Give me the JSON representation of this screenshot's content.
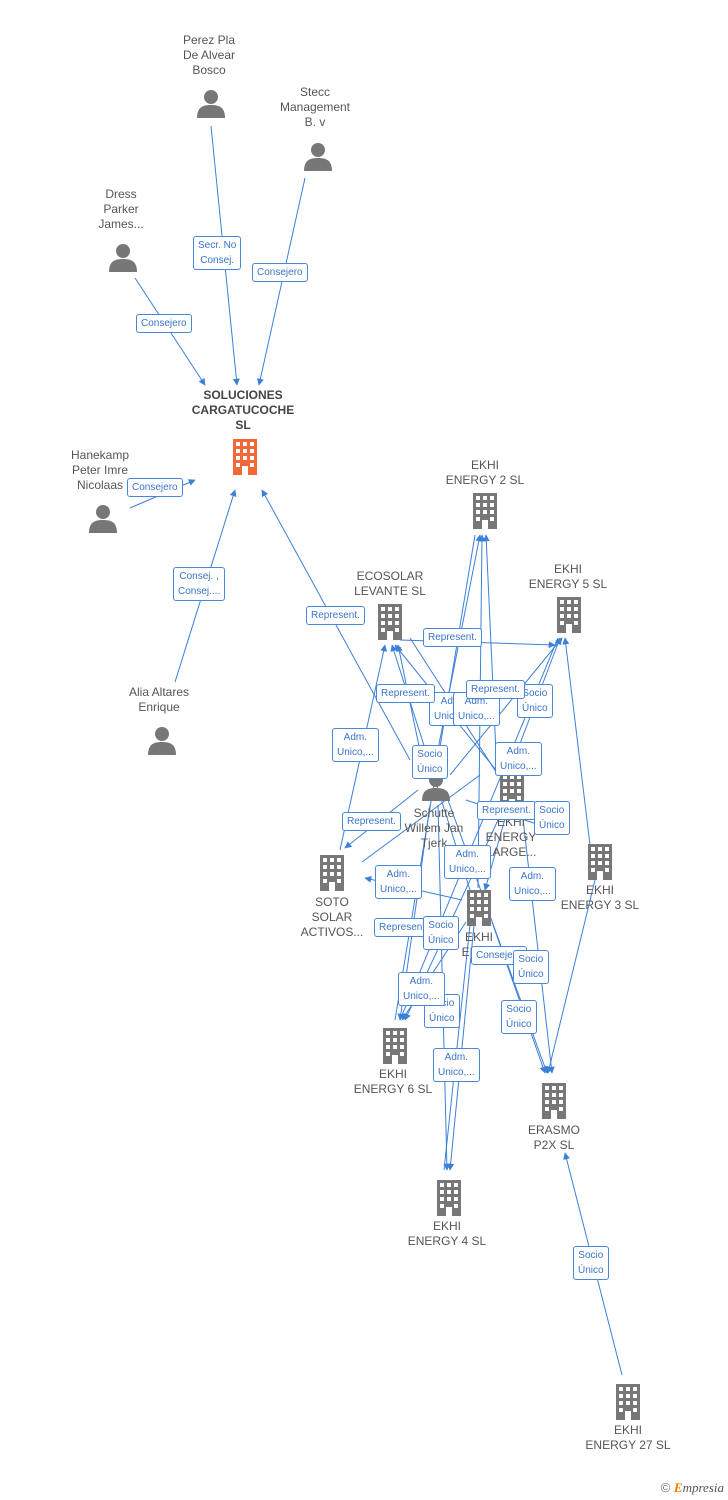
{
  "colors": {
    "edge": "#3d80d8",
    "person": "#777777",
    "company": "#777777",
    "main_company": "#f26838"
  },
  "nodes": {
    "perez": {
      "label": "Perez Pla\nDe Alvear\nBosco",
      "icon": "person-icon"
    },
    "stecc": {
      "label": "Stecc\nManagement\nB. v",
      "icon": "person-icon"
    },
    "dress": {
      "label": "Dress\nParker\nJames...",
      "icon": "person-icon"
    },
    "soluciones": {
      "label": "SOLUCIONES\nCARGATUCOCHE\nSL",
      "icon": "building-icon"
    },
    "hanekamp": {
      "label": "Hanekamp\nPeter Imre\nNicolaas",
      "icon": "person-icon"
    },
    "alia": {
      "label": "Alia Altares\nEnrique",
      "icon": "person-icon"
    },
    "ekhi2": {
      "label": "EKHI\nENERGY 2  SL",
      "icon": "building-icon"
    },
    "ekhi5": {
      "label": "EKHI\nENERGY 5  SL",
      "icon": "building-icon"
    },
    "ecosolar": {
      "label": "ECOSOLAR\nLEVANTE  SL",
      "icon": "building-icon"
    },
    "schutte": {
      "label": "Schutte\nWillem Jan\nTjerk",
      "icon": "person-icon"
    },
    "ekhilarge": {
      "label": "EKHI\nENERGY\nLARGE...",
      "icon": "building-icon"
    },
    "ekhi3": {
      "label": "EKHI\nENERGY 3  SL",
      "icon": "building-icon"
    },
    "soto": {
      "label": "SOTO\nSOLAR\nACTIVOS...",
      "icon": "building-icon"
    },
    "ekhi1": {
      "label": "EKHI\nENE...",
      "icon": "building-icon"
    },
    "ekhi6": {
      "label": "EKHI\nENERGY 6  SL",
      "icon": "building-icon"
    },
    "erasmo": {
      "label": "ERASMO\nP2X  SL",
      "icon": "building-icon"
    },
    "ekhi4": {
      "label": "EKHI\nENERGY 4  SL",
      "icon": "building-icon"
    },
    "ekhi27": {
      "label": "EKHI\nENERGY 27  SL",
      "icon": "building-icon"
    }
  },
  "relations": {
    "r_secr": "Secr.  No\nConsej.",
    "r_consejero_stecc": "Consejero",
    "r_consejero_dress": "Consejero",
    "r_consejero_hanekamp": "Consejero",
    "r_consej_alia": "Consej. ,\nConsej....",
    "r_represent_1": "Represent.",
    "r_represent_2": "Represent.",
    "r_represent_3": "Represent.",
    "r_represent_4": "Represent.",
    "r_represent_5": "Represent.",
    "r_represent_6": "Represent.",
    "r_represent_7": "Represent.",
    "r_adm_1": "Adm.\nUnico,...",
    "r_adm_2": "Adm.\nUnico,...",
    "r_adm_3": "Adm.\nUnico,...",
    "r_adm_4": "Adm.\nUnico,...",
    "r_adm_5": "Adm.\nUnico,...",
    "r_adm_6": "Adm.\nUnico,...",
    "r_adm_7": "Adm.\nUnico,...",
    "r_adm_8": "Adm.\nUnico,...",
    "r_socio_1": "Socio\nÚnico",
    "r_socio_2": "Socio\nÚnico",
    "r_socio_3": "Socio\nÚnico",
    "r_socio_4": "Socio\nÚnico",
    "r_socio_5": "Socio\nÚnico",
    "r_socio_6": "Socio\nÚnico",
    "r_socio_7": "Socio\nÚnico",
    "r_socio_8": "Socio\nÚnico",
    "r_consejero_2": "Consejero"
  },
  "footer": {
    "copyright": "©",
    "brand_initial": "E",
    "brand_rest": "mpresia"
  }
}
